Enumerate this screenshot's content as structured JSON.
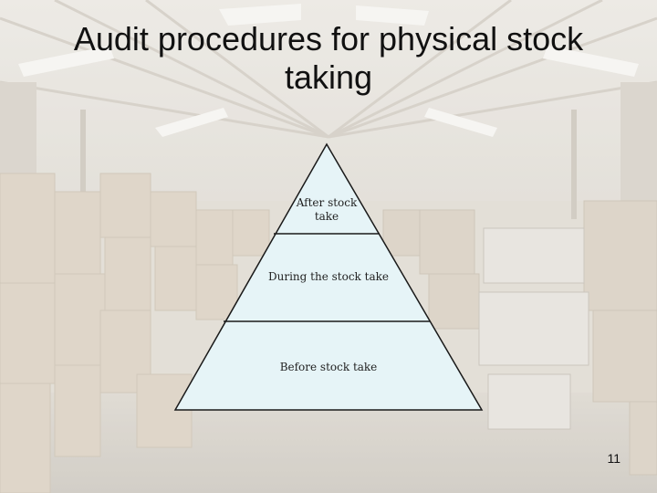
{
  "slide": {
    "title_line1": "Audit procedures for physical stock",
    "title_line2": "taking",
    "page_number": "11"
  },
  "pyramid": {
    "top_line1": "After stock",
    "top_line2": "take",
    "middle": "During the stock take",
    "bottom": "Before stock take"
  },
  "colors": {
    "pyramid_fill": "#e6f4f7",
    "pyramid_stroke": "#1a1a1a",
    "background_tint": "#dcd6cc"
  }
}
